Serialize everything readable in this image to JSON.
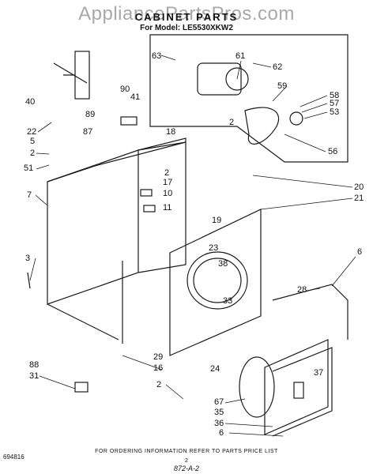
{
  "watermark": "AppliancePartsPros.com",
  "title": "CABINET PARTS",
  "model": "For Model: LE5530XKW2",
  "footer": {
    "figure_number": "694816",
    "ordering_info": "FOR ORDERING INFORMATION REFER TO PARTS PRICE LIST",
    "page": "2",
    "code": "872-A-2"
  },
  "callouts": [
    "63",
    "61",
    "62",
    "59",
    "58",
    "57",
    "53",
    "2",
    "56",
    "90",
    "41",
    "40",
    "89",
    "22",
    "87",
    "5",
    "2",
    "51",
    "18",
    "7",
    "2",
    "17",
    "10",
    "11",
    "20",
    "21",
    "19",
    "23",
    "38",
    "3",
    "6",
    "28",
    "33",
    "29",
    "16",
    "24",
    "2",
    "37",
    "88",
    "31",
    "67",
    "35",
    "36",
    "6"
  ]
}
